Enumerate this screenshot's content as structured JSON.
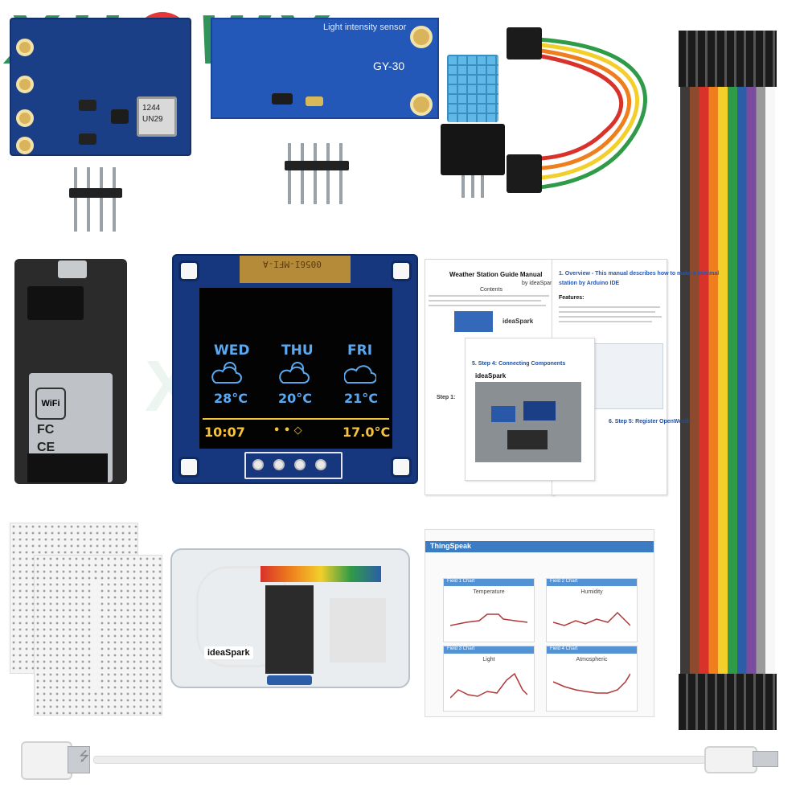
{
  "watermark": {
    "left": "XH",
    "right": "WY"
  },
  "gy30": {
    "silk_title": "Light intensity sensor",
    "model": "GY-30"
  },
  "bmp_board": {
    "chip_text_1": "1244",
    "chip_text_2": "UN29"
  },
  "nodemcu": {
    "wifi": "WiFi",
    "fcc": "FC",
    "cert": "CE"
  },
  "oled": {
    "cable_label": "0056I-MFI-A",
    "days": [
      {
        "day": "WED",
        "temp": "28°C"
      },
      {
        "day": "THU",
        "temp": "20°C"
      },
      {
        "day": "FRI",
        "temp": "21°C"
      }
    ],
    "time": "10:07",
    "dots": "• • ◇",
    "outdoor_temp": "17.0°C"
  },
  "manual": {
    "title": "Weather Station Guide Manual",
    "by": "by ideaSpark",
    "contents": "Contents",
    "brand": "ideaSpark",
    "step1": "Step 1:",
    "step4": "5. Step 4: Connecting Components",
    "step5": "6. Step 5: Register OpenWeath",
    "overview": "1. Overview - This manual describes how to make a minimal",
    "overview2": "station by Arduino IDE",
    "features": "Features:"
  },
  "box_label": "ideaSpark",
  "thingspeak": {
    "brand": "ThingSpeak",
    "field1": "Field 1 Chart",
    "field2": "Field 2 Chart",
    "field3": "Field 3 Chart",
    "field4": "Field 4 Chart",
    "chart1": "Temperature",
    "chart2": "Humidity",
    "chart3": "Light",
    "chart4": "Atmospheric"
  },
  "colors": {
    "wires": [
      "#3e3a39",
      "#8d4a2c",
      "#d8322a",
      "#ee7f1c",
      "#f2cf2a",
      "#2f9a48",
      "#2c5ea8",
      "#7a4b9f",
      "#9a9a9a",
      "#f7f7f7"
    ]
  }
}
